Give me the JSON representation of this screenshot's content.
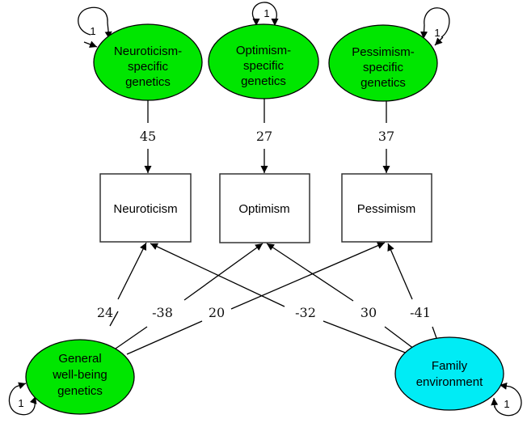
{
  "diagram": {
    "colors": {
      "genetic_latent": "#00e600",
      "environment_latent": "#00ecf5",
      "observed": "#ffffff"
    },
    "latents_top": [
      {
        "id": "neuroticism_specific",
        "lines": [
          "Neuroticism-",
          "specific",
          "genetics"
        ],
        "variance": "1"
      },
      {
        "id": "optimism_specific",
        "lines": [
          "Optimism-",
          "specific",
          "genetics"
        ],
        "variance": "1"
      },
      {
        "id": "pessimism_specific",
        "lines": [
          "Pessimism-",
          "specific",
          "genetics"
        ],
        "variance": "1"
      }
    ],
    "observed": [
      {
        "id": "neuroticism",
        "label": "Neuroticism"
      },
      {
        "id": "optimism",
        "label": "Optimism"
      },
      {
        "id": "pessimism",
        "label": "Pessimism"
      }
    ],
    "latents_bottom": [
      {
        "id": "general_wellbeing",
        "lines": [
          "General",
          "well-being",
          "genetics"
        ],
        "variance": "1"
      },
      {
        "id": "family_environment",
        "lines": [
          "Family",
          "environment"
        ],
        "variance": "1"
      }
    ],
    "paths": [
      {
        "from": "neuroticism_specific",
        "to": "neuroticism",
        "label": "45"
      },
      {
        "from": "optimism_specific",
        "to": "optimism",
        "label": "27"
      },
      {
        "from": "pessimism_specific",
        "to": "pessimism",
        "label": "37"
      },
      {
        "from": "general_wellbeing",
        "to": "neuroticism",
        "label": "24"
      },
      {
        "from": "general_wellbeing",
        "to": "optimism",
        "label": "-38"
      },
      {
        "from": "general_wellbeing",
        "to": "pessimism",
        "label": "20"
      },
      {
        "from": "family_environment",
        "to": "neuroticism",
        "label": "-32"
      },
      {
        "from": "family_environment",
        "to": "optimism",
        "label": "30"
      },
      {
        "from": "family_environment",
        "to": "pessimism",
        "label": "-41"
      }
    ]
  }
}
